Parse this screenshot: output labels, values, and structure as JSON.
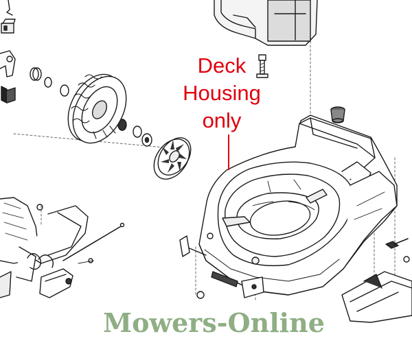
{
  "callout": {
    "lines": [
      "Deck",
      "Housing",
      "only"
    ],
    "color": "#e0000f"
  },
  "watermark": {
    "text": "Mowers-Online",
    "color": "#8fae84"
  },
  "line_color": "#1a1a1a"
}
